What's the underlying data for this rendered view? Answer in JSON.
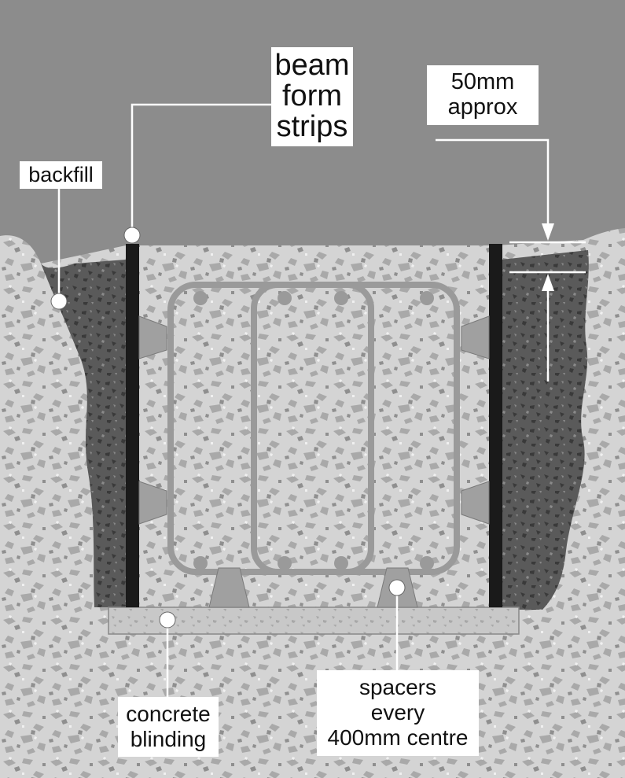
{
  "labels": {
    "beam_form_strips": "beam\nform\nstrips",
    "gap": "50mm\napprox",
    "backfill": "backfill",
    "concrete_blinding": "concrete\nblinding",
    "spacers": "spacers\nevery\n400mm centre"
  },
  "colors": {
    "sky": "#8c8c8c",
    "ground": "#d2d2d2",
    "backfill": "#555555",
    "form_strip": "#1a1a1a",
    "reinforcement": "#9a9a9a",
    "blinding": "#c6c6c6",
    "label_bg": "#ffffff"
  }
}
